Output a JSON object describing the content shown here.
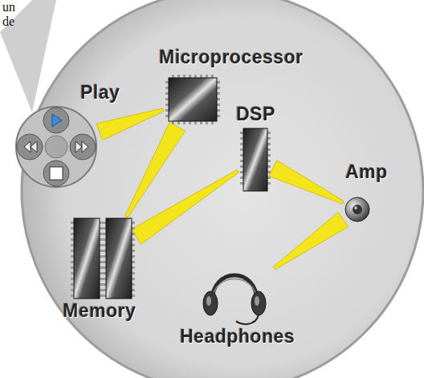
{
  "diagram": {
    "nodes": [
      {
        "text": [
          "Microprocessor"
        ]
      },
      {
        "text": [
          "Play"
        ]
      },
      {
        "text": [
          "DSP"
        ]
      },
      {
        "text": [
          "Amp"
        ]
      },
      {
        "text": [
          "Memory"
        ]
      },
      {
        "text": [
          "Headphones"
        ]
      }
    ],
    "edges": [
      {
        "from": 1,
        "to": 0,
        "arrow": "none"
      },
      {
        "from": 0,
        "to": 4,
        "arrow": "none"
      },
      {
        "from": 4,
        "to": 2,
        "arrow": "none"
      },
      {
        "from": 2,
        "to": 3,
        "arrow": "none"
      },
      {
        "from": 3,
        "to": 5,
        "arrow": "none"
      }
    ],
    "labels": [
      "un",
      "de"
    ]
  }
}
